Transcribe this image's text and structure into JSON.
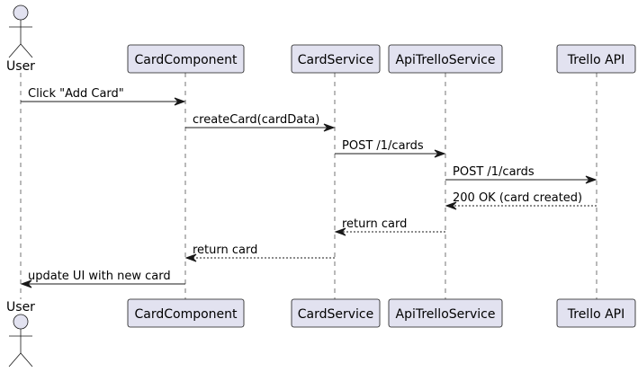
{
  "participants": [
    {
      "id": "user",
      "label": "User",
      "kind": "actor"
    },
    {
      "id": "cardcomponent",
      "label": "CardComponent",
      "kind": "participant"
    },
    {
      "id": "cardservice",
      "label": "CardService",
      "kind": "participant"
    },
    {
      "id": "apitrelloservice",
      "label": "ApiTrelloService",
      "kind": "participant"
    },
    {
      "id": "trelloapi",
      "label": "Trello API",
      "kind": "participant"
    }
  ],
  "messages": [
    {
      "from": "user",
      "to": "cardcomponent",
      "label": "Click \"Add Card\"",
      "style": "solid"
    },
    {
      "from": "cardcomponent",
      "to": "cardservice",
      "label": "createCard(cardData)",
      "style": "solid"
    },
    {
      "from": "cardservice",
      "to": "apitrelloservice",
      "label": "POST /1/cards",
      "style": "solid"
    },
    {
      "from": "apitrelloservice",
      "to": "trelloapi",
      "label": "POST /1/cards",
      "style": "solid"
    },
    {
      "from": "trelloapi",
      "to": "apitrelloservice",
      "label": "200 OK (card created)",
      "style": "dashed"
    },
    {
      "from": "apitrelloservice",
      "to": "cardservice",
      "label": "return card",
      "style": "dashed"
    },
    {
      "from": "cardservice",
      "to": "cardcomponent",
      "label": "return card",
      "style": "dashed"
    },
    {
      "from": "cardcomponent",
      "to": "user",
      "label": "update UI with new card",
      "style": "solid"
    }
  ]
}
